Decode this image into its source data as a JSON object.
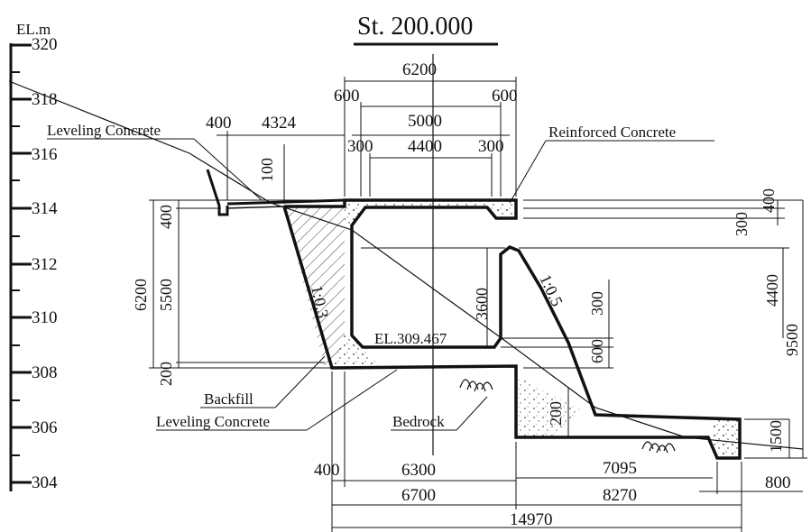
{
  "title": "St. 200.000",
  "elevation_axis": {
    "unit_label": "EL.m",
    "ticks": [
      "320",
      "318",
      "316",
      "314",
      "312",
      "310",
      "308",
      "306",
      "304"
    ]
  },
  "labels": {
    "leveling_concrete_top": "Leveling Concrete",
    "reinforced_concrete": "Reinforced Concrete",
    "backfill": "Backfill",
    "leveling_concrete_bottom": "Leveling Concrete",
    "bedrock": "Bedrock",
    "elevation_note": "EL.309.467",
    "slope_backfill": "1:0.3",
    "slope_right": "1:0.5"
  },
  "dimensions": {
    "d6200_top": "6200",
    "d600_left": "600",
    "d600_right": "600",
    "d400_top": "400",
    "d4324": "4324",
    "d5000": "5000",
    "d300_left": "300",
    "d4400_top": "4400",
    "d300_right": "300",
    "d100": "100",
    "d400_left": "400",
    "d6200_left": "6200",
    "d5500": "5500",
    "d200_left": "200",
    "d3600": "3600",
    "d300_mid": "300",
    "d600_mid": "600",
    "d200_mid": "200",
    "d300_r1": "300",
    "d400_r1": "400",
    "d4400_right": "4400",
    "d9500": "9500",
    "d1500": "1500",
    "d400_bottom": "400",
    "d6300": "6300",
    "d7095": "7095",
    "d800": "800",
    "d6700": "6700",
    "d8270": "8270",
    "d14970": "14970"
  },
  "colors": {
    "line": "#111111",
    "background": "#ffffff"
  }
}
